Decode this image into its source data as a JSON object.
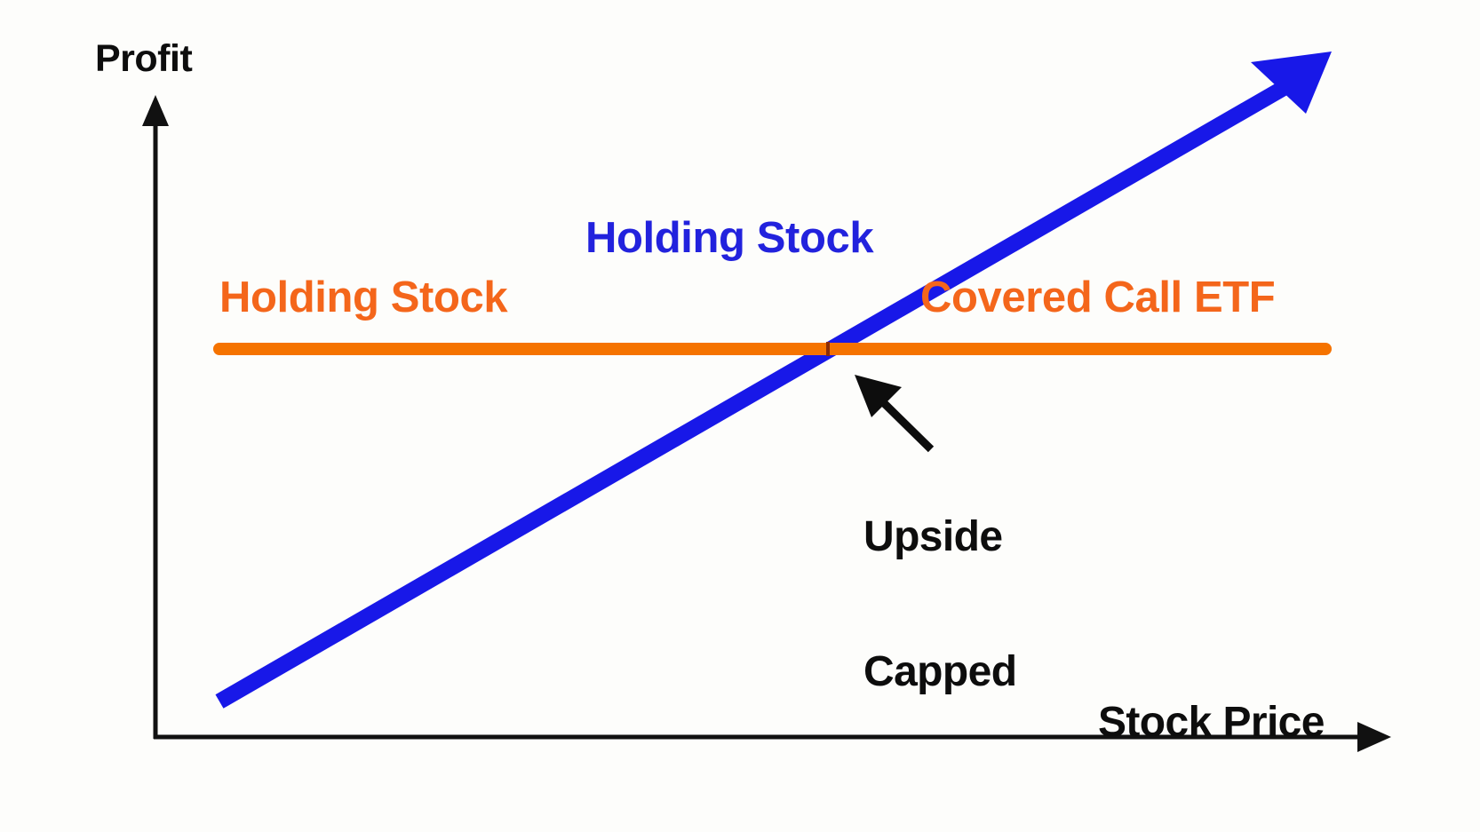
{
  "chart_data": {
    "type": "line",
    "title": "",
    "xlabel": "Stock Price",
    "ylabel": "Profit",
    "grid": false,
    "legend_position": "inline-annotations",
    "axes": {
      "x_axis_arrow": true,
      "y_axis_arrow": true,
      "x_range_note": "unlabeled, increasing to the right",
      "y_range_note": "unlabeled, increasing upward"
    },
    "series": [
      {
        "name": "Holding Stock",
        "color": "#1818e8",
        "style": "solid straight arrow, upward sloping",
        "linewidth": 17,
        "x": [
          0,
          100
        ],
        "y": [
          8,
          95
        ],
        "label": "Holding Stock",
        "arrowhead": "end"
      },
      {
        "name": "Covered Call ETF",
        "color": "#f57300",
        "style": "solid horizontal flat line",
        "linewidth": 13,
        "x": [
          0,
          100
        ],
        "y": [
          56,
          56
        ],
        "label": "Covered Call ETF",
        "arrowhead": "none"
      }
    ],
    "annotations": [
      {
        "name": "upside-capped",
        "text": "Upside\nCapped",
        "color": "#0d0d0d",
        "pointer": "arrow pointing up-left to the crossover point of the two lines"
      },
      {
        "name": "crossover-tick",
        "text": "",
        "color": "#8a2b08",
        "note": "small vertical tick where blue and orange lines intersect"
      }
    ]
  },
  "labels": {
    "y_axis": "Profit",
    "x_axis": "Stock Price",
    "blue_series": "Holding Stock",
    "orange_series_left": "Holding Stock",
    "orange_series_right": "Covered Call ETF",
    "annotation_line1": "Upside",
    "annotation_line2": "Capped"
  },
  "colors": {
    "background": "#fdfdfb",
    "axis": "#111111",
    "blue": "#1818e8",
    "blue_text": "#2222dd",
    "orange": "#f57300",
    "orange_text": "#f4661b",
    "text": "#0d0d0d",
    "crossover_tick": "#8a2b08"
  },
  "icons": {
    "y_axis_arrow": "arrow-up-icon",
    "x_axis_arrow": "arrow-right-icon",
    "blue_line_arrow": "arrow-up-right-icon",
    "annotation_arrow": "arrow-up-left-icon"
  }
}
